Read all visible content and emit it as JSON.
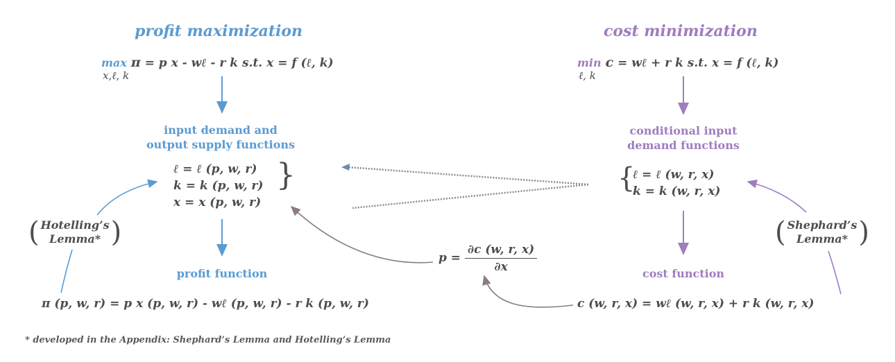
{
  "profit_side": {
    "title": "profit maximization",
    "problem_max": "max",
    "problem_pi": "π",
    "problem_rest": "= p x - wℓ - r k    s.t.   x = f (ℓ, k)",
    "problem_sub": "x,ℓ, k",
    "label_demand_line1": "input demand and",
    "label_demand_line2": "output supply functions",
    "fn_l": "ℓ = ℓ  (p, w, r)",
    "fn_k": "k = k  (p, w, r)",
    "fn_x": "x = x  (p, w, r)",
    "label_profit_fn": "profit function",
    "profit_fn": "π (p, w, r) = p x (p, w, r) - wℓ (p, w, r) - r k (p, w, r)",
    "lemma_line1": "Hotelling’s",
    "lemma_line2": "Lemma*"
  },
  "cost_side": {
    "title": "cost minimization",
    "problem_min": "min",
    "problem_c": "c",
    "problem_rest": "= wℓ + r k    s.t.   x = f (ℓ, k)",
    "problem_sub": "ℓ, k",
    "label_demand_line1": "conditional input",
    "label_demand_line2": "demand functions",
    "fn_l": "ℓ = ℓ  (w, r, x)",
    "fn_k": "k = k  (w, r, x)",
    "label_cost_fn": "cost function",
    "cost_fn": "c (w, r, x)  =  wℓ (w, r, x) + r k (w, r, x)",
    "lemma_line1": "Shephard’s",
    "lemma_line2": "Lemma*"
  },
  "price_eq": {
    "lhs": "p =",
    "numerator": "∂c (w, r, x)",
    "denominator": "∂x"
  },
  "footnote": "* developed in the Appendix: Shephard’s Lemma and Hotelling’s Lemma",
  "colors": {
    "profit": "#5b9bd1",
    "cost": "#a07cc0",
    "connector": "#8a7d7d",
    "text": "#4d4d4d"
  }
}
